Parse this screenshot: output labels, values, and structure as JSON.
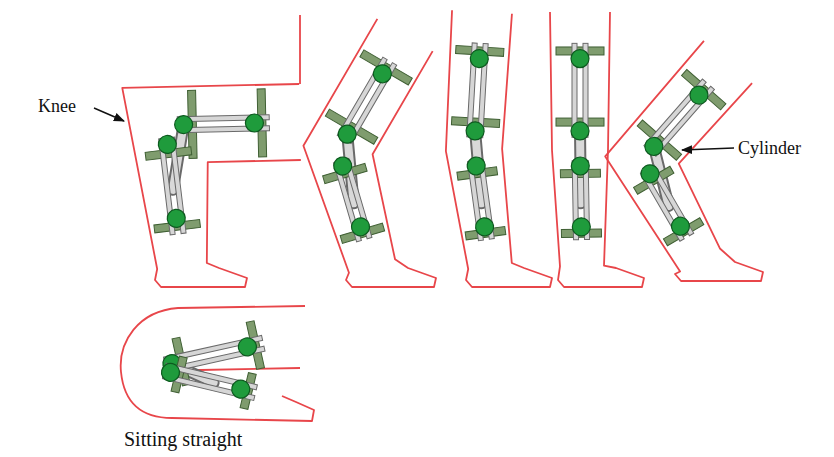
{
  "diagram": {
    "labels": [
      "Knee",
      "Cylinder",
      "Sitting straight"
    ]
  }
}
